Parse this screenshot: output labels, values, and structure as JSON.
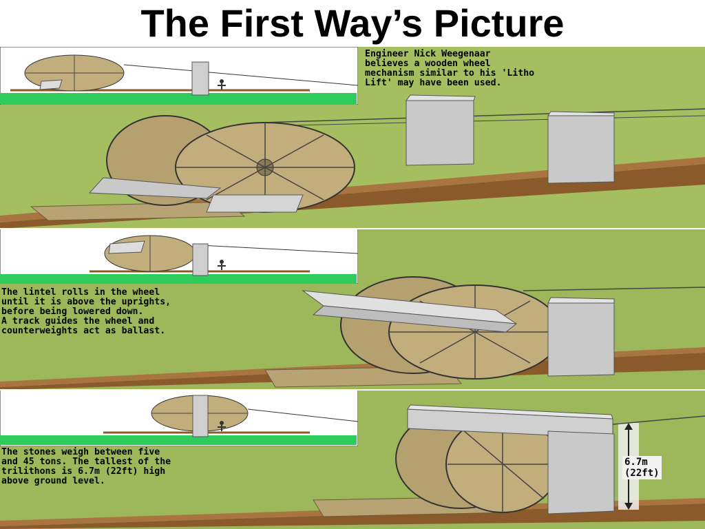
{
  "title": "The First Way’s Picture",
  "panels": [
    {
      "caption": "Engineer Nick Weegenaar\nbelieves a wooden wheel\nmechanism similar to his 'Litho\nLift' may have been used."
    },
    {
      "caption": "The lintel rolls in the wheel\nuntil it is above the uprights,\nbefore being lowered down.\nA track guides the wheel and\ncounterweights act as ballast."
    },
    {
      "caption": "The stones weigh between five\nand 45 tons. The tallest of the\ntrilithons is 6.7m (22ft) high\nabove ground level.",
      "height_label": "6.7m\n(22ft)"
    }
  ],
  "colors": {
    "grass": "#9db85a",
    "wood": "#c2ad7c",
    "stone": "#c9c9c9",
    "track": "#8b5a2b",
    "inset_ground": "#2ecc5a"
  }
}
